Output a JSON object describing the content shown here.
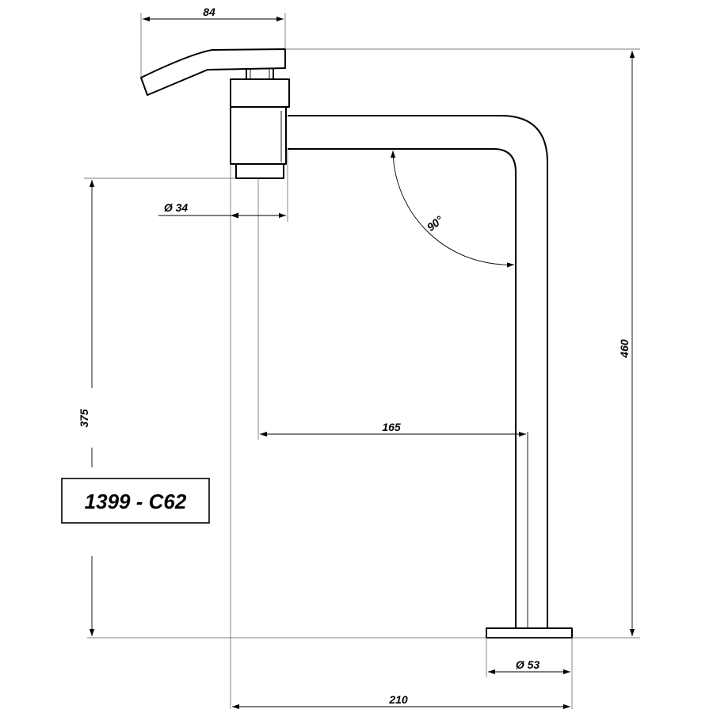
{
  "model_code": "1399 - C62",
  "dimensions": {
    "handle_length": "84",
    "overall_height": "460",
    "spout_height": "375",
    "body_diameter": "Ø 34",
    "spout_reach": "165",
    "spout_angle": "90°",
    "base_diameter": "Ø 53",
    "overall_width": "210"
  }
}
